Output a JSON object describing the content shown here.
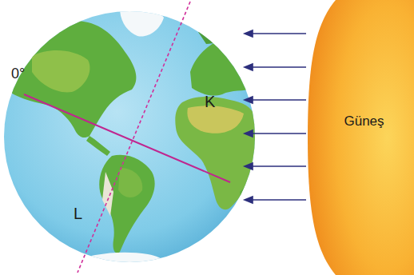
{
  "diagram": {
    "nodes": [
      {
        "text": [
          "Güneş"
        ]
      }
    ],
    "labels": [
      "0°",
      "K",
      "L"
    ]
  }
}
